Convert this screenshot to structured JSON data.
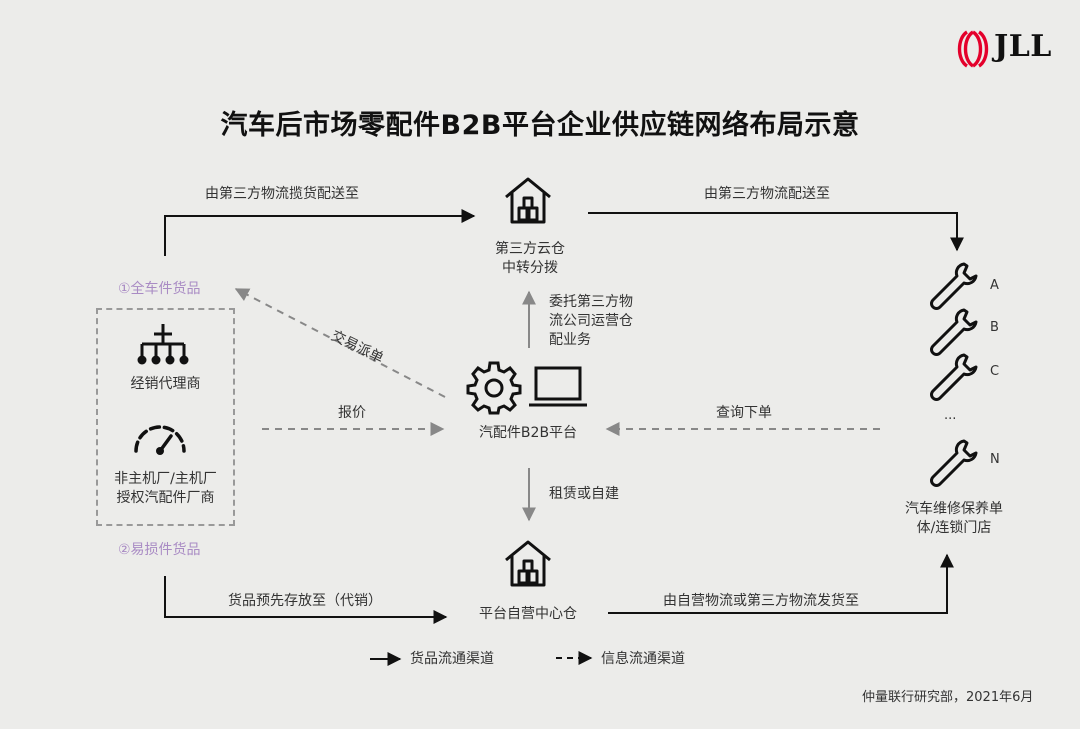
{
  "title": "汽车后市场零配件B2B平台企业供应链网络布局示意",
  "logo": {
    "text": "JLL",
    "icon": "jll-ribbon-logo",
    "color": "#e4002b"
  },
  "nodes": {
    "cloud_warehouse": {
      "line1": "第三方云仓",
      "line2": "中转分拨",
      "icon": "warehouse-icon"
    },
    "platform": {
      "label": "汽配件B2B平台",
      "icons": [
        "gear-icon",
        "laptop-icon"
      ]
    },
    "center_warehouse": {
      "label": "平台自营中心仓",
      "icon": "warehouse-icon"
    },
    "distributor": {
      "label": "经销代理商",
      "icon": "hierarchy-icon"
    },
    "oem": {
      "line1": "非主机厂/主机厂",
      "line2": "授权汽配件厂商",
      "icon": "gauge-icon"
    },
    "repair_shops": {
      "items": [
        "A",
        "B",
        "C",
        "...",
        "N"
      ],
      "line1": "汽车维修保养单",
      "line2": "体/连锁门店",
      "icon": "wrench-icon"
    }
  },
  "goods": {
    "full_vehicle": "①全车件货品",
    "wear_parts": "②易损件货品"
  },
  "edges": {
    "top_left": "由第三方物流揽货配送至",
    "top_right": "由第三方物流配送至",
    "delegate_line1": "委托第三方物",
    "delegate_line2": "流公司运营仓",
    "delegate_line3": "配业务",
    "dispatch": "交易派单",
    "quote": "报价",
    "order": "查询下单",
    "lease": "租赁或自建",
    "consign": "货品预先存放至（代销）",
    "ship": "由自营物流或第三方物流发货至"
  },
  "legend": {
    "solid": "货品流通渠道",
    "dashed": "信息流通渠道"
  },
  "source": "仲量联行研究部，2021年6月"
}
